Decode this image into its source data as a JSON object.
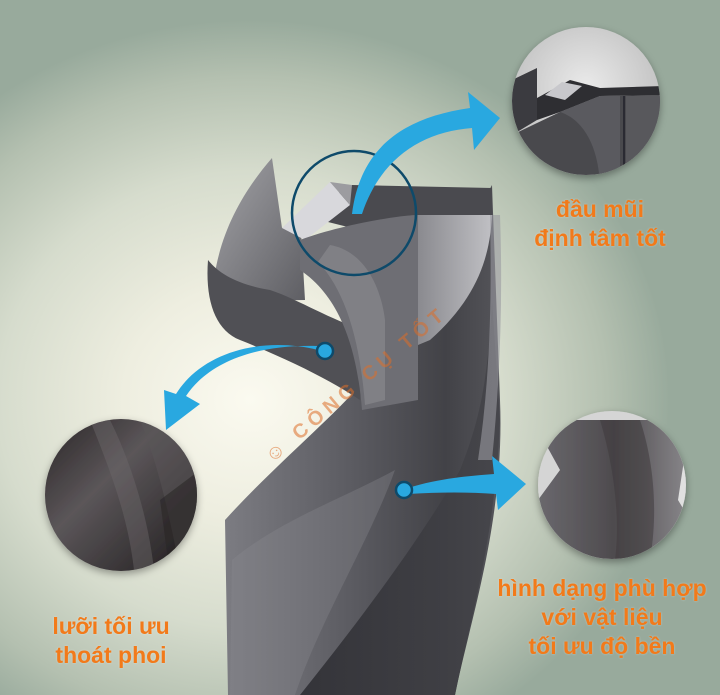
{
  "product": "drill-bit",
  "watermark": {
    "brand_text": "CÔNG CỤ TỐT",
    "logo_icon": "smiley-c-logo-icon"
  },
  "callouts": [
    {
      "id": "tip",
      "lines": [
        "đầu mũi",
        "định tâm tốt"
      ],
      "inset": "drill-point-closeup",
      "arrow_direction": "up-right"
    },
    {
      "id": "edge",
      "lines": [
        "lưỡi tối ưu",
        "thoát phoi"
      ],
      "inset": "flute-closeup",
      "arrow_direction": "down-left"
    },
    {
      "id": "shape",
      "lines": [
        "hình dạng phù hợp",
        "với vật liệu",
        "tối ưu độ bền"
      ],
      "inset": "body-closeup",
      "arrow_direction": "right"
    }
  ],
  "colors": {
    "label_text": "#f27a1a",
    "arrow": "#29a8e0",
    "marker_ring": "#0e4a6a",
    "highlight_ring": "#0e4a6a",
    "watermark": "#dc6e28",
    "background_center": "#fbfaf0",
    "background_edge": "#98aa9c",
    "steel_dark": "#3c3c40",
    "steel_mid": "#6e6e74",
    "steel_light": "#b4b4b8"
  }
}
